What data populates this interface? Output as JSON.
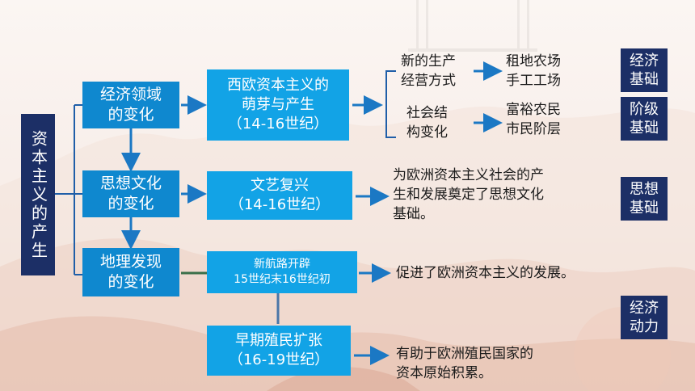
{
  "root": {
    "label": "资本主义的产生"
  },
  "level1": [
    {
      "line1": "经济领域",
      "line2": "的变化"
    },
    {
      "line1": "思想文化",
      "line2": "的变化"
    },
    {
      "line1": "地理发现",
      "line2": "的变化"
    }
  ],
  "level2": [
    {
      "line1": "西欧资本主义的",
      "line2": "萌芽与产生",
      "line3": "（14-16世纪）"
    },
    {
      "line1": "文艺复兴",
      "line2": "（14-16世纪）"
    },
    {
      "line1": "新航路开辟",
      "line2": "15世纪末16世纪初"
    },
    {
      "line1": "早期殖民扩张",
      "line2": "（16-19世纪）"
    }
  ],
  "details": {
    "mode_label": {
      "line1": "新的生产",
      "line2": "经营方式"
    },
    "mode_result": {
      "line1": "租地农场",
      "line2": "手工工场"
    },
    "struct_label": {
      "line1": "社会结",
      "line2": "构变化"
    },
    "struct_result": {
      "line1": "富裕农民",
      "line2": "市民阶层"
    },
    "renaissance": {
      "line1": "为欧洲资本主义社会的产",
      "line2": "生和发展奠定了思想文化",
      "line3": "基础。"
    },
    "routes": "促进了欧洲资本主义的发展。",
    "colonial": {
      "line1": "有助于欧洲殖民国家的",
      "line2": "资本原始积累。"
    }
  },
  "tags": [
    {
      "line1": "经济",
      "line2": "基础"
    },
    {
      "line1": "阶级",
      "line2": "基础"
    },
    {
      "line1": "思想",
      "line2": "基础"
    },
    {
      "line1": "经济",
      "line2": "动力"
    }
  ],
  "colors": {
    "level1": "#0f88cf",
    "level2": "#12a3e6",
    "navy": "#1c2f66",
    "connector": "#1f5ea8",
    "arrow": "#1b78c4",
    "green_link": "#3a6f4a"
  }
}
